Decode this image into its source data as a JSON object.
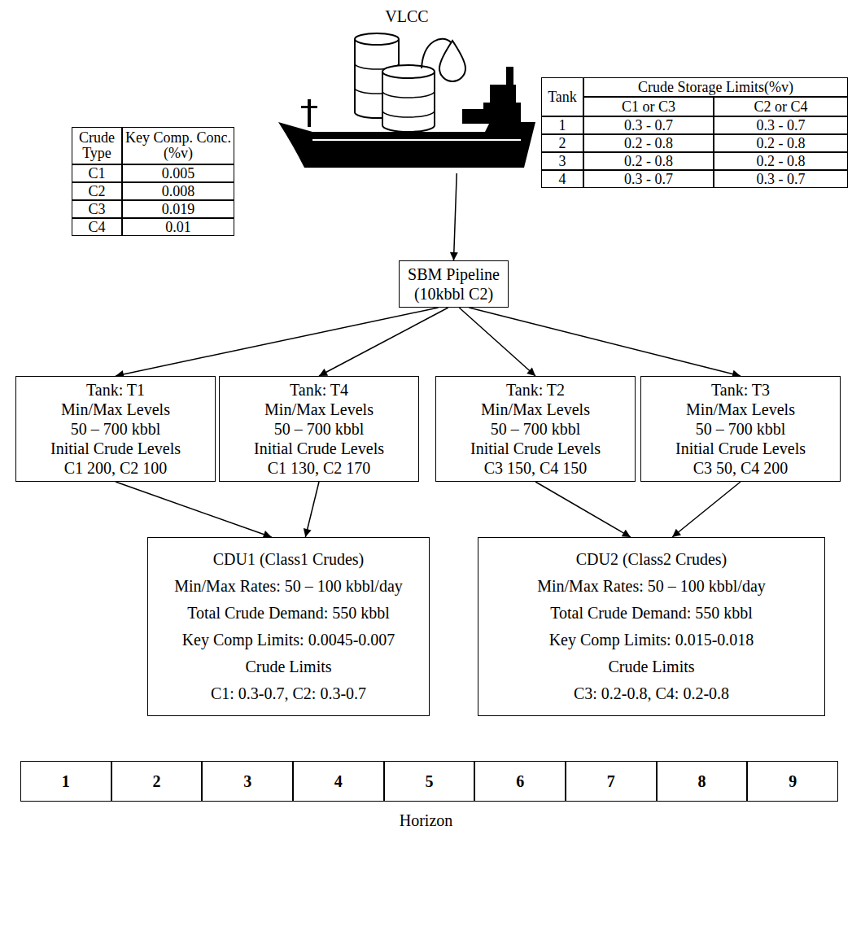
{
  "diagram": {
    "nodes": [
      {
        "text": [
          "VLCC"
        ]
      },
      {
        "text": [
          "SBM Pipeline (10kbbl C2)"
        ]
      },
      {
        "text": [
          "Tank: T1",
          "Min/Max Levels",
          "50 – 700 kbbl",
          "Initial Crude Levels",
          "C1 200, C2 100"
        ]
      },
      {
        "text": [
          "Tank: T4",
          "Min/Max Levels",
          "50 – 700 kbbl",
          "Initial Crude Levels",
          "C1 130, C2 170"
        ]
      },
      {
        "text": [
          "Tank: T2",
          "Min/Max Levels",
          "50 – 700 kbbl",
          "Initial Crude Levels",
          "C3 150, C4 150"
        ]
      },
      {
        "text": [
          "Tank: T3",
          "Min/Max Levels",
          "50 – 700 kbbl",
          "Initial Crude Levels",
          "C3 50, C4 200"
        ]
      },
      {
        "text": [
          "CDU1 (Class1 Crudes)",
          "Min/Max Rates: 50 – 100 kbbl/day",
          "Total Crude Demand: 550 kbbl",
          "Key Comp Limits: 0.0045-0.007",
          "Crude Limits",
          "C1: 0.3-0.7, C2: 0.3-0.7"
        ]
      },
      {
        "text": [
          "CDU2 (Class2 Crudes)",
          "Min/Max Rates: 50 – 100 kbbl/day",
          "Total Crude Demand: 550 kbbl",
          "Key Comp Limits: 0.015-0.018",
          "Crude Limits",
          "C3: 0.2-0.8, C4: 0.2-0.8"
        ]
      }
    ],
    "edges": [
      {
        "from": 0,
        "to": 1,
        "arrow": "to"
      },
      {
        "from": 1,
        "to": 2,
        "arrow": "to"
      },
      {
        "from": 1,
        "to": 3,
        "arrow": "to"
      },
      {
        "from": 1,
        "to": 4,
        "arrow": "to"
      },
      {
        "from": 1,
        "to": 5,
        "arrow": "to"
      },
      {
        "from": 2,
        "to": 6,
        "arrow": "to"
      },
      {
        "from": 3,
        "to": 6,
        "arrow": "to"
      },
      {
        "from": 4,
        "to": 7,
        "arrow": "to"
      },
      {
        "from": 5,
        "to": 7,
        "arrow": "to"
      }
    ],
    "labels": [
      "Crude Type",
      "Key Comp. Conc.(%v)",
      "C1",
      "0.005",
      "C2",
      "0.008",
      "C3",
      "0.019",
      "C4",
      "0.01",
      "Tank",
      "Crude Storage Limits(%v)",
      "C1 or C3",
      "C2 or C4",
      "1",
      "0.3 - 0.7",
      "0.3 - 0.7",
      "2",
      "0.2 - 0.8",
      "0.2 - 0.8",
      "3",
      "0.2 - 0.8",
      "0.2 - 0.8",
      "4",
      "0.3 - 0.7",
      "0.3 - 0.7",
      "1",
      "2",
      "3",
      "4",
      "5",
      "6",
      "7",
      "8",
      "9",
      "Horizon"
    ]
  }
}
